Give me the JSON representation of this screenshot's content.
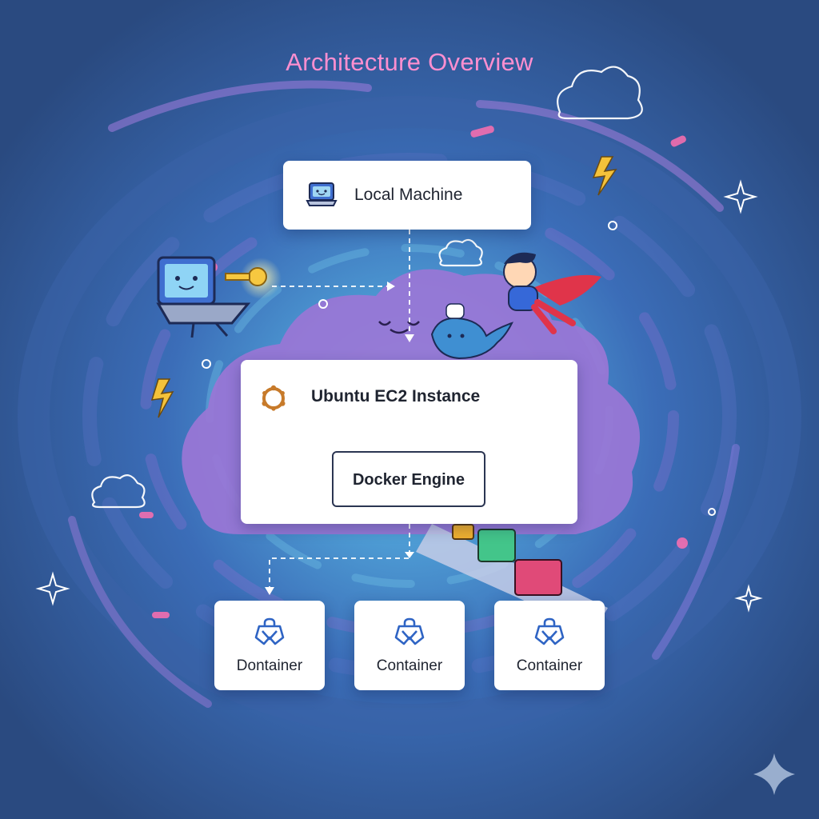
{
  "title": "Architecture Overview",
  "nodes": {
    "local_machine": "Local Machine",
    "ec2": "Ubuntu EC2 Instance",
    "docker": "Docker Engine",
    "containers": [
      "Dontainer",
      "Container",
      "Container"
    ]
  },
  "colors": {
    "title": "#ff8fd0",
    "background": "#2c4f86",
    "cloud": "#9a76d6",
    "ubuntu": "#c77a2a",
    "container_icon": "#2f64c4",
    "connector": "#ffffff"
  },
  "icons": {
    "local_machine": "laptop-icon",
    "ec2": "ubuntu-logo-icon",
    "container": "container-logo-icon"
  }
}
